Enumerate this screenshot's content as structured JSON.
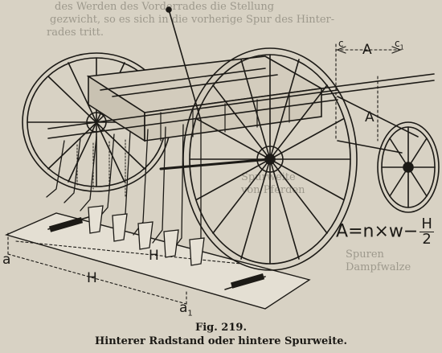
{
  "figure": {
    "number_label": "Fig. 219.",
    "caption": "Hinterer Radstand oder hintere Spurweite."
  },
  "bleed_through_text": [
    "des Werden des Vorderrades die Stellung",
    "gezwicht, so es sich in die vorherige Spur des Hinter-",
    "rades tritt.",
    "Spurweite",
    "von Pferden",
    "Spuren",
    "Dampfwalze"
  ],
  "diagram_labels": {
    "A_top": "A",
    "A_side": "A",
    "c": "c",
    "c1": "c",
    "c1_sub": "1",
    "H_upper": "H",
    "H_lower": "H",
    "a_left": "a",
    "a1": "a",
    "a1_sub": "1"
  },
  "formula": {
    "lhs": "A",
    "rhs": "n×w−",
    "numerator": "H",
    "denominator": "2"
  },
  "colors": {
    "paper": "#d8d2c4",
    "ink": "#1c1a16"
  }
}
